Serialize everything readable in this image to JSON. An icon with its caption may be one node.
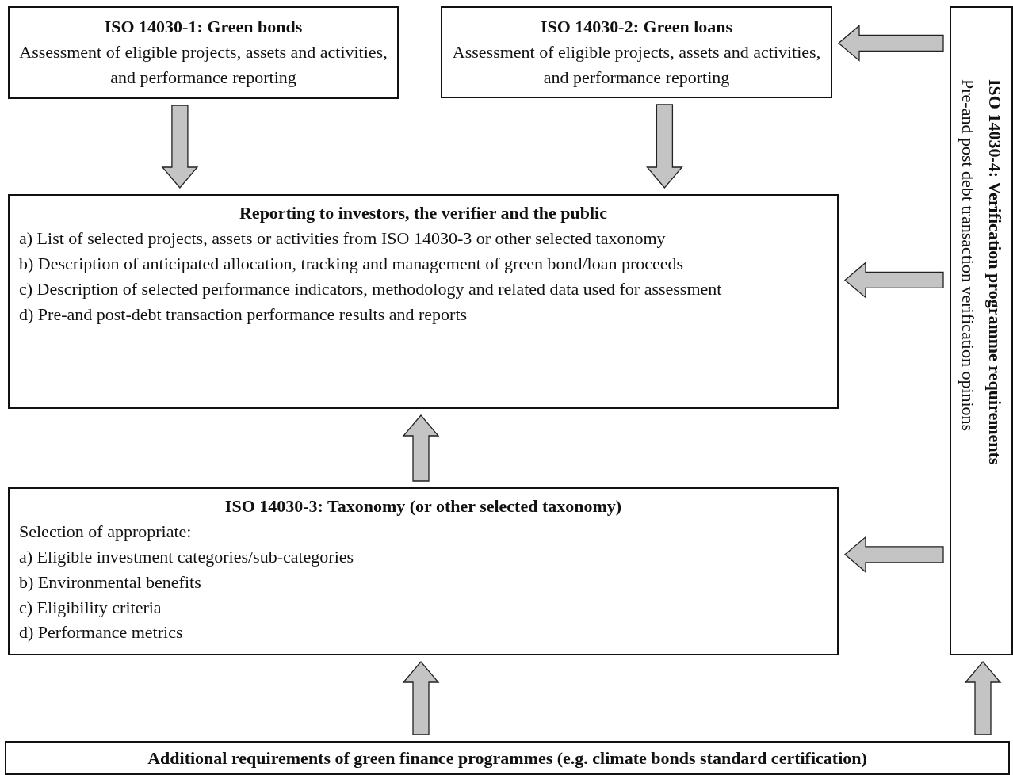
{
  "diagram": {
    "nodes": [
      {
        "text": [
          "ISO 14030-1:  Green bonds",
          "Assessment of eligible projects, assets and activities, and performance reporting"
        ]
      },
      {
        "text": [
          "ISO 14030-2:  Green loans",
          "Assessment of eligible projects, assets and activities, and performance reporting"
        ]
      },
      {
        "text": [
          "Reporting to investors, the verifier and the public",
          "a)  List of selected projects, assets or activities from ISO 14030-3 or other selected taxonomy",
          "b)  Description of anticipated allocation, tracking and management of green bond/loan proceeds",
          "c)  Description of selected performance indicators, methodology and related data used for assessment",
          "d)  Pre-and post-debt transaction performance results and reports"
        ]
      },
      {
        "text": [
          "ISO 14030-3:  Taxonomy (or other selected taxonomy)",
          "Selection of appropriate:",
          "a)  Eligible investment categories/sub-categories",
          "b)  Environmental benefits",
          "c)  Eligibility criteria",
          "d)  Performance metrics"
        ]
      },
      {
        "text": [
          "ISO 14030-4:  Verification programme requirements",
          "Pre-and post debt transaction verification opinions"
        ]
      },
      {
        "text": [
          "Additional requirements of green finance programmes (e.g. climate bonds standard certification)"
        ]
      }
    ],
    "edges": [
      {
        "from": 0,
        "to": 2,
        "arrow": "to"
      },
      {
        "from": 1,
        "to": 2,
        "arrow": "to"
      },
      {
        "from": 3,
        "to": 2,
        "arrow": "to"
      },
      {
        "from": 5,
        "to": 3,
        "arrow": "to"
      },
      {
        "from": 5,
        "to": 4,
        "arrow": "to"
      },
      {
        "from": 4,
        "to": 1,
        "arrow": "to"
      },
      {
        "from": 4,
        "to": 2,
        "arrow": "to"
      },
      {
        "from": 4,
        "to": 3,
        "arrow": "to"
      }
    ]
  }
}
